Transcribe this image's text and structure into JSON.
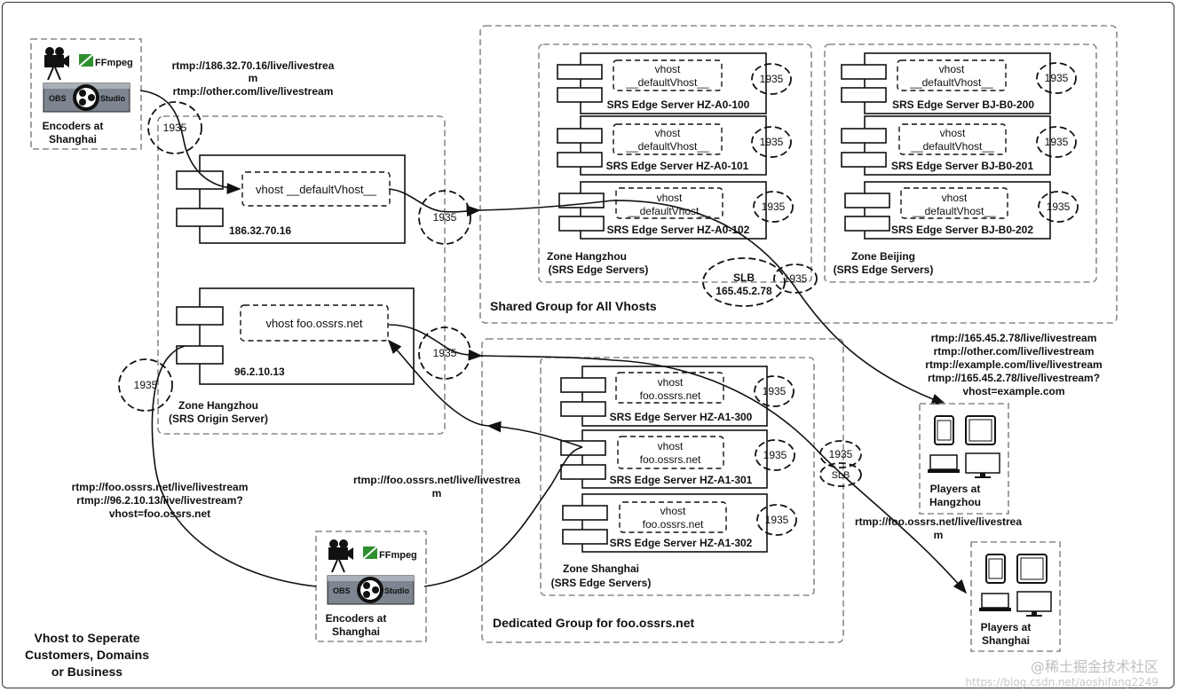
{
  "title": [
    "Vhost to Seperate",
    "Customers, Domains",
    "or Business"
  ],
  "encoders_top": {
    "ffmpeg": "FFmpeg",
    "obs": "OBS",
    "studio": "Studio",
    "label": [
      "Encoders at",
      "Shanghai"
    ]
  },
  "encoders_bottom": {
    "ffmpeg": "FFmpeg",
    "obs": "OBS",
    "studio": "Studio",
    "label": [
      "Encoders at",
      "Shanghai"
    ]
  },
  "origin": {
    "zone": [
      "Zone Hangzhou",
      "(SRS Origin Server)"
    ],
    "server_a": {
      "vhost": "vhost __defaultVhost__",
      "ip": "186.32.70.16"
    },
    "server_b": {
      "vhost": "vhost foo.ossrs.net",
      "ip": "96.2.10.13"
    }
  },
  "port": "1935",
  "slb": {
    "label": "SLB",
    "ip": "165.45.2.78",
    "small": "SLB"
  },
  "shared_group": {
    "label": "Shared Group for All Vhosts",
    "zone_hz": [
      "Zone Hangzhou",
      "(SRS Edge Servers)"
    ],
    "zone_bj": [
      "Zone Beijing",
      "(SRS Edge Servers)"
    ],
    "hz_servers": [
      {
        "vhost": [
          "vhost",
          "__defaultVhost__"
        ],
        "name": "SRS Edge Server HZ-A0-100"
      },
      {
        "vhost": [
          "vhost",
          "__defaultVhost__"
        ],
        "name": "SRS Edge Server HZ-A0-101"
      },
      {
        "vhost": [
          "vhost",
          "__defaultVhost__"
        ],
        "name": "SRS Edge Server HZ-A0-102"
      }
    ],
    "bj_servers": [
      {
        "vhost": [
          "vhost",
          "__defaultVhost__"
        ],
        "name": "SRS Edge Server BJ-B0-200"
      },
      {
        "vhost": [
          "vhost",
          "__defaultVhost__"
        ],
        "name": "SRS Edge Server BJ-B0-201"
      },
      {
        "vhost": [
          "vhost",
          "__defaultVhost__"
        ],
        "name": "SRS Edge Server BJ-B0-202"
      }
    ]
  },
  "dedicated_group": {
    "label": "Dedicated Group for foo.ossrs.net",
    "zone": [
      "Zone Shanghai",
      "(SRS Edge Servers)"
    ],
    "servers": [
      {
        "vhost": [
          "vhost",
          "foo.ossrs.net"
        ],
        "name": "SRS Edge Server HZ-A1-300"
      },
      {
        "vhost": [
          "vhost",
          "foo.ossrs.net"
        ],
        "name": "SRS Edge Server HZ-A1-301"
      },
      {
        "vhost": [
          "vhost",
          "foo.ossrs.net"
        ],
        "name": "SRS Edge Server HZ-A1-302"
      }
    ]
  },
  "urls": {
    "publish_top": [
      "rtmp://186.32.70.16/live/livestrea",
      "m",
      "rtmp://other.com/live/livestream"
    ],
    "play_hz": [
      "rtmp://165.45.2.78/live/livestream",
      "rtmp://other.com/live/livestream",
      "rtmp://example.com/live/livestream",
      "rtmp://165.45.2.78/live/livestream?",
      "vhost=example.com"
    ],
    "publish_left": [
      "rtmp://foo.ossrs.net/live/livestream",
      "rtmp://96.2.10.13/live/livestream?",
      "vhost=foo.ossrs.net"
    ],
    "publish_mid": [
      "rtmp://foo.ossrs.net/live/livestrea",
      "m"
    ],
    "play_sh": [
      "rtmp://foo.ossrs.net/live/livestrea",
      "m"
    ]
  },
  "players_hz": [
    "Players at",
    "Hangzhou"
  ],
  "players_sh": [
    "Players at",
    "Shanghai"
  ],
  "watermark": {
    "line1": "@稀土掘金技术社区",
    "line2": "https://blog.csdn.net/aoshifang2249"
  }
}
